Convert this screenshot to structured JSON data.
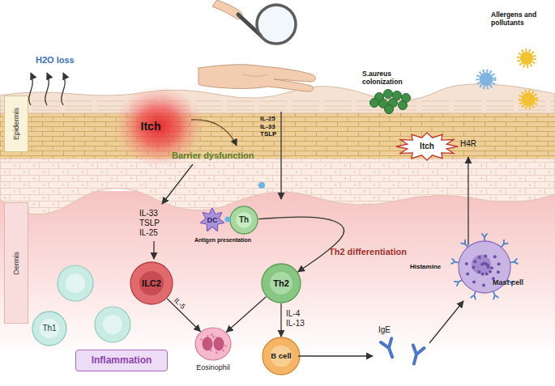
{
  "diagram": {
    "nodes": [
      {
        "text": [
          "Epidermis"
        ]
      },
      {
        "text": [
          "Dermis"
        ]
      },
      {
        "text": [
          "Itch"
        ]
      },
      {
        "text": [
          "Itch"
        ]
      },
      {
        "text": [
          "DC"
        ]
      },
      {
        "text": [
          "Th"
        ]
      },
      {
        "text": [
          "ILC2"
        ]
      },
      {
        "text": [
          "Th2"
        ]
      },
      {
        "text": [
          "Mast cell"
        ]
      },
      {
        "text": [
          "Th1"
        ]
      },
      {
        "text": [
          "Eosinophil"
        ]
      },
      {
        "text": [
          "Inflammation"
        ]
      },
      {
        "text": [
          "B cell"
        ]
      }
    ],
    "edges": [
      {
        "from": 5,
        "to": 7,
        "label": "Th2 differentiation",
        "arrow": "to"
      },
      {
        "from": 6,
        "to": 10,
        "label": "IL-5",
        "arrow": "to"
      },
      {
        "from": 7,
        "to": 10,
        "arrow": "to"
      },
      {
        "from": 7,
        "to": 12,
        "label": "IL-4 IL-13",
        "arrow": "to"
      }
    ],
    "labels": [
      "H2O loss",
      "S.aureus colonization",
      "Allergens and pollutants",
      "Barrier dysfunction",
      "IL-25 IL-33 TSLP",
      "H4R",
      "IL-33 TSLP IL-25",
      "Antigen presentation",
      "Histamine",
      "IgE"
    ]
  }
}
